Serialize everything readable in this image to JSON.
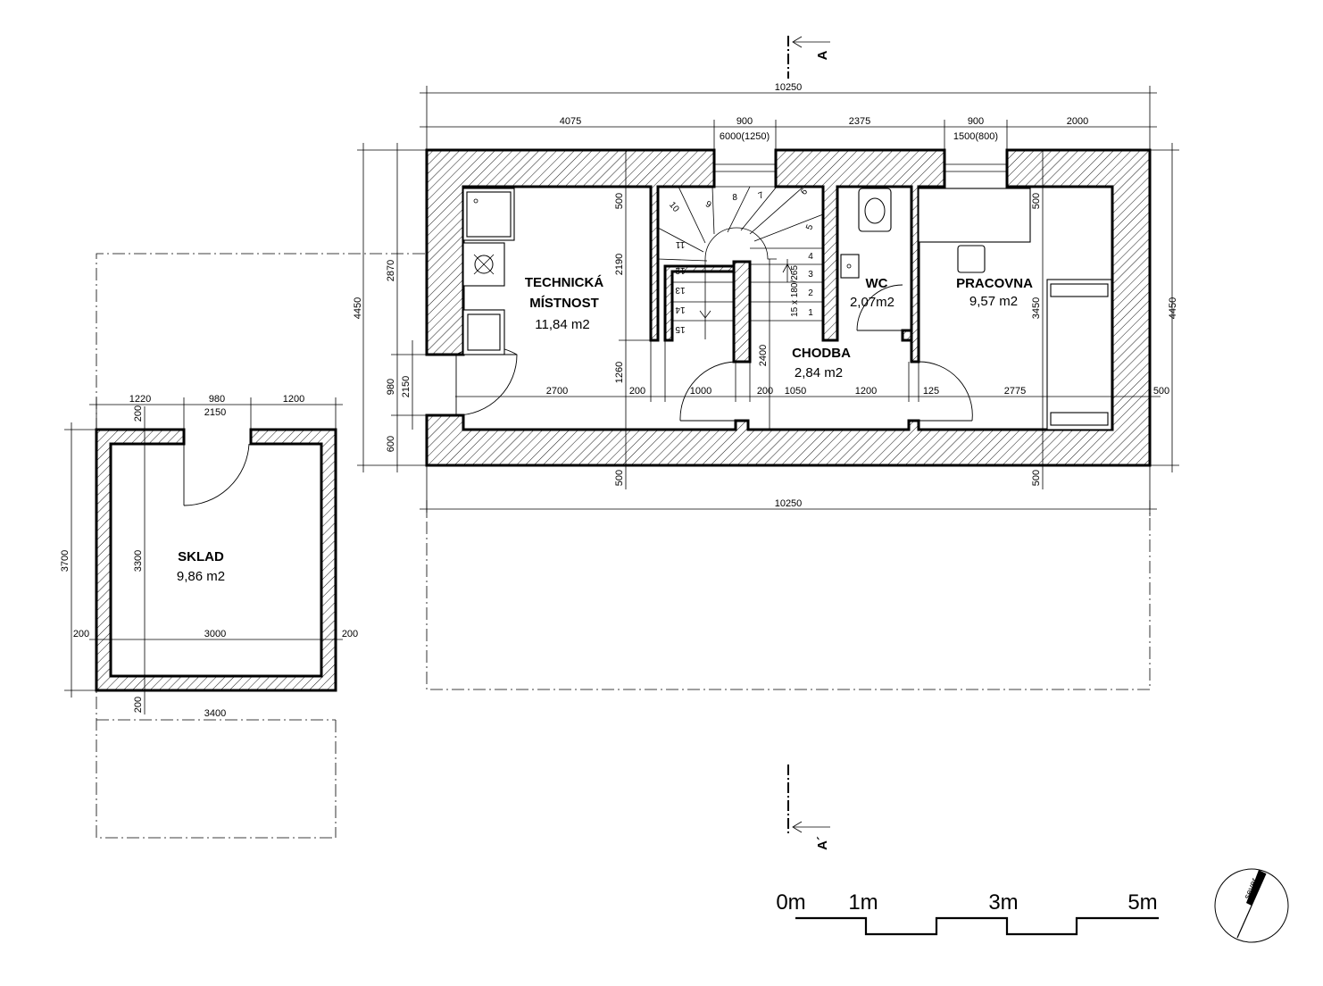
{
  "rooms": {
    "technicka": {
      "name1": "TECHNICKÁ",
      "name2": "MÍSTNOST",
      "area": "11,84 m2"
    },
    "wc": {
      "name": "WC",
      "area": "2,07m2"
    },
    "pracovna": {
      "name": "PRACOVNA",
      "area": "9,57 m2"
    },
    "chodba": {
      "name": "CHODBA",
      "area": "2,84 m2"
    },
    "sklad": {
      "name": "SKLAD",
      "area": "9,86 m2"
    }
  },
  "section": {
    "top": "A",
    "bottom": "A´"
  },
  "stairs": {
    "spec": "15 x 180/265",
    "steps": [
      "1",
      "2",
      "3",
      "4",
      "5",
      "6",
      "7",
      "8",
      "9",
      "10",
      "11",
      "12",
      "13",
      "14",
      "15"
    ]
  },
  "dimensions": {
    "top_total": "10250",
    "top_segments": [
      "4075",
      "900",
      "2375",
      "900",
      "2000"
    ],
    "window1": "6000(1250)",
    "window2": "1500(800)",
    "bottom_total": "10250",
    "left_total": "4450",
    "left_a": "2870",
    "left_b": "980",
    "left_c": "600",
    "left_d": "2150",
    "right_total": "4450",
    "inner_2190": "2190",
    "inner_500a": "500",
    "inner_1260": "1260",
    "inner_2400": "2400",
    "inner_3450": "3450",
    "inner_500b": "500",
    "inner_500c": "500",
    "inner_500d": "500",
    "row_2700": "2700",
    "row_200a": "200",
    "row_1000": "1000",
    "row_200b": "200",
    "row_1050": "1050",
    "row_1200": "1200",
    "row_125": "125",
    "row_2775": "2775",
    "row_500": "500",
    "sklad_top": [
      "1220",
      "980",
      "1200"
    ],
    "sklad_door": "2150",
    "sklad_left": "3700",
    "sklad_inner": "3300",
    "sklad_200top": "200",
    "sklad_200bottom": "200",
    "sklad_width_row": [
      "200",
      "3000",
      "200"
    ],
    "sklad_total": "3400"
  },
  "scale_bar": {
    "labels": [
      "0m",
      "1m",
      "3m",
      "5m"
    ]
  },
  "north": {
    "label": "sever"
  }
}
